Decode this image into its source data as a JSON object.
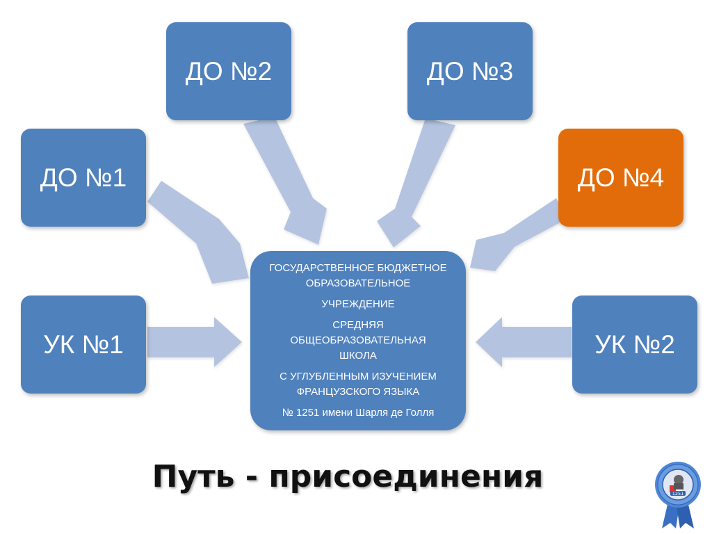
{
  "nodes": {
    "do1": "ДО №1",
    "do2": "ДО №2",
    "do3": "ДО №3",
    "do4": "ДО №4",
    "uk1": "УК №1",
    "uk2": "УК №2"
  },
  "center": {
    "line1": "ГОСУДАРСТВЕННОЕ БЮДЖЕТНОЕ",
    "line2": "ОБРАЗОВАТЕЛЬНОЕ",
    "line3": "УЧРЕЖДЕНИЕ",
    "line4": "СРЕДНЯЯ",
    "line5": "ОБЩЕОБРАЗОВАТЕЛЬНАЯ",
    "line6": "ШКОЛА",
    "line7": "С УГЛУБЛЕННЫМ ИЗУЧЕНИЕМ",
    "line8": "ФРАНЦУЗСКОГО ЯЗЫКА",
    "line9": "№ 1251 имени Шарля де Голля"
  },
  "title": "Путь - присоединения",
  "medal_text": "1251",
  "colors": {
    "box": "#4f81bd",
    "highlight": "#e36c0a",
    "arrow": "#b4c4e0"
  }
}
